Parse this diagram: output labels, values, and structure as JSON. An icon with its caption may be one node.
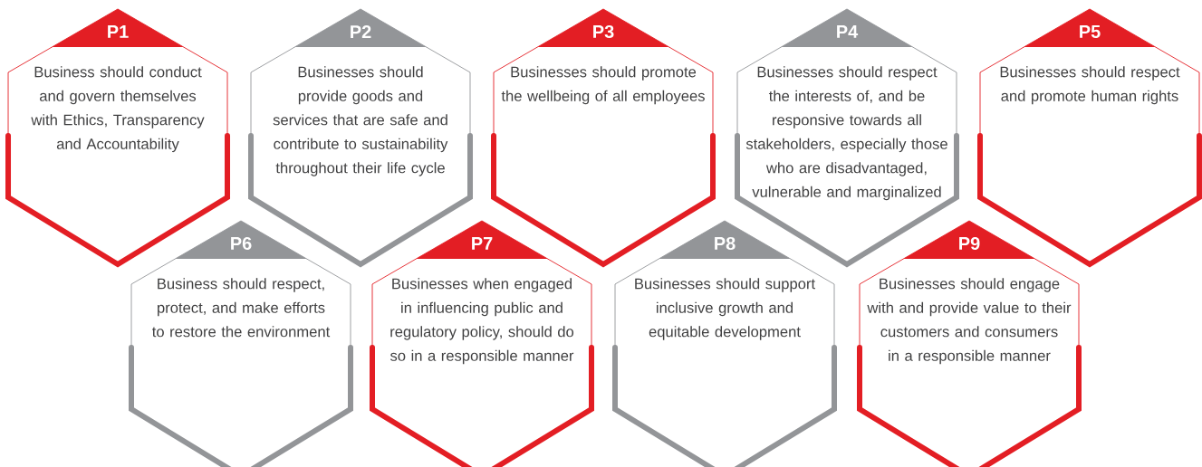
{
  "diagram": {
    "nodes": [
      {
        "text": [
          "P1",
          "Business should conduct and govern themselves with Ethics, Transparency and Accountability"
        ]
      },
      {
        "text": [
          "P2",
          "Businesses should provide goods and services that are safe and contribute to sustainability throughout their life cycle"
        ]
      },
      {
        "text": [
          "P3",
          "Businesses should promote the wellbeing of all employees"
        ]
      },
      {
        "text": [
          "P4",
          "Businesses should respect the interests of, and be responsive towards all stakeholders, especially those who are disadvantaged, vulnerable and marginalized"
        ]
      },
      {
        "text": [
          "P5",
          "Businesses should respect and promote human rights"
        ]
      },
      {
        "text": [
          "P6",
          "Business should respect, protect, and make efforts to restore the environment"
        ]
      },
      {
        "text": [
          "P7",
          "Businesses when engaged in influencing public and regulatory policy, should do so in a responsible manner"
        ]
      },
      {
        "text": [
          "P8",
          "Businesses should support inclusive growth and equitable development"
        ]
      },
      {
        "text": [
          "P9",
          "Businesses should engage with and provide value to their customers and consumers in a responsible manner"
        ]
      }
    ]
  }
}
